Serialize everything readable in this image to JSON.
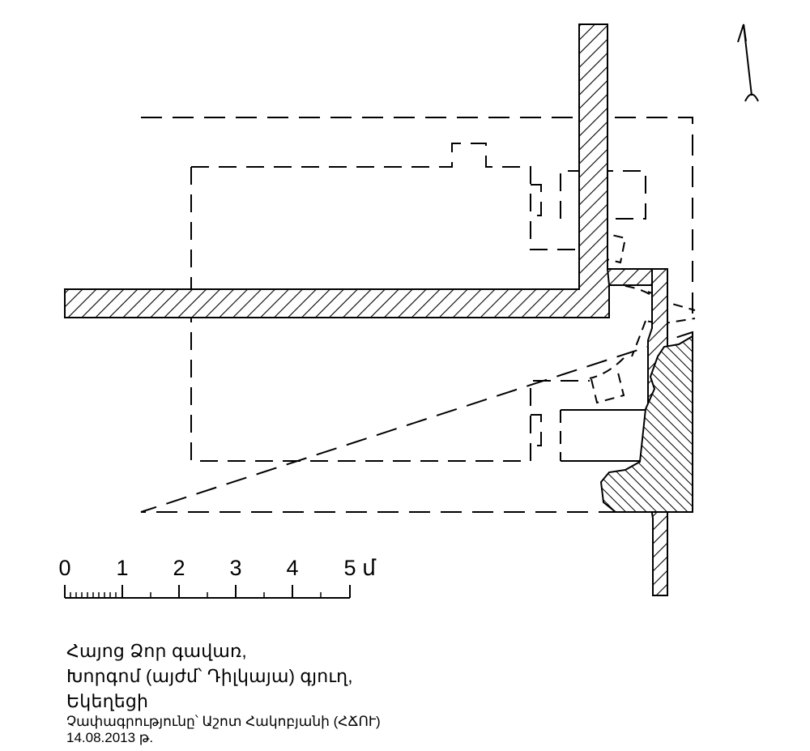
{
  "scale": {
    "ticks": [
      "0",
      "1",
      "2",
      "3",
      "4",
      "5"
    ],
    "unit": "մ"
  },
  "caption": {
    "line1": "Հայոց Ձոր գավառ,",
    "line2": "Խորգոմ (այժմ՝ Դիլկայա) գյուղ,",
    "line3": "Եկեղեցի",
    "credit": "Չափագրությունը՝   Աշոտ Հակոբյանի (ՀՃՈՒ)",
    "date": "14.08.2013 թ."
  }
}
